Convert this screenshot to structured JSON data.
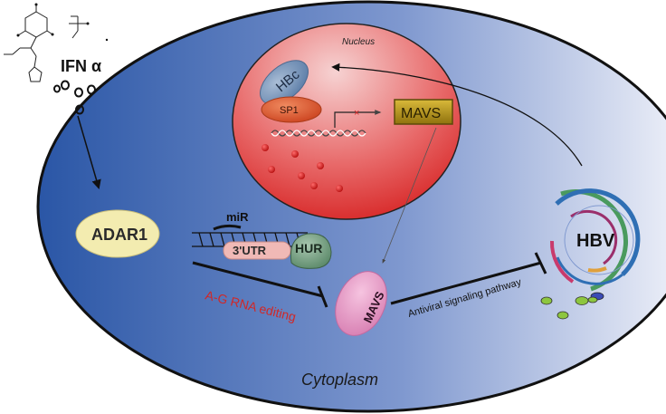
{
  "labels": {
    "ifn": "IFN α",
    "nucleus": "Nucleus",
    "hbc": "HBc",
    "sp1": "SP1",
    "mavs_nuclear": "MAVS",
    "adar1": "ADAR1",
    "mir": "miR",
    "utr": "3'UTR",
    "hur": "HUR",
    "editing": "A-G RNA editing",
    "mavs_cyto": "MAVS",
    "pathway": "Antiviral signaling pathway",
    "hbv": "HBV",
    "cytoplasm": "Cytoplasm"
  },
  "colors": {
    "cell_dark": "#2a55a5",
    "cell_light": "#f2f4fb",
    "nucleus_light": "#f3c6c6",
    "nucleus_dark": "#d81e1e",
    "adar1": "#f4ecb0",
    "hbc": "#6d8bb3",
    "sp1": "#e0572c",
    "mavs_box": "#b59417",
    "utr": "#f0b9b6",
    "hur": "#7ea38a",
    "editing_text": "#d32a2a",
    "mavs_cyto": "#e79bc6",
    "hbv_ring_outer": "#4a9a5e",
    "hbv_ring_mid": "#2f6fb4",
    "hbv_ring_inner": "#9b2f6b"
  }
}
